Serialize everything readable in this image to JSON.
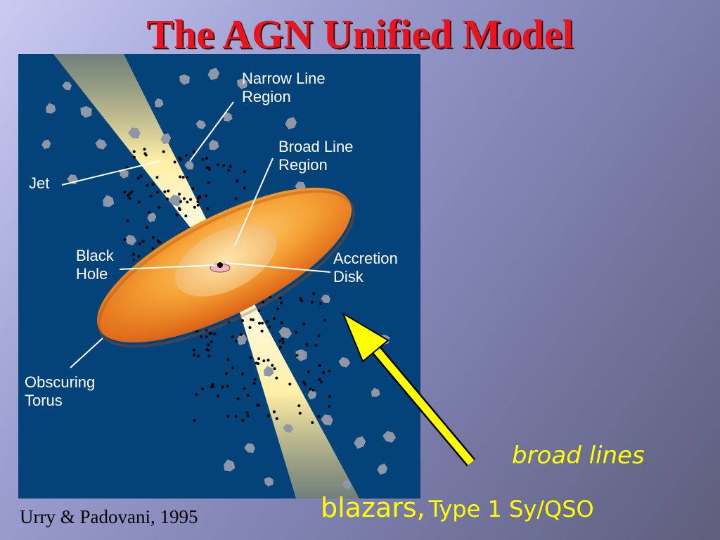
{
  "slide": {
    "title": "The AGN Unified Model",
    "citation": "Urry & Padovani, 1995",
    "caption_broad": "broad lines",
    "caption_blazars": "blazars,",
    "caption_types": "Type 1 Sy/QSO"
  },
  "diagram": {
    "labels": {
      "narrow_line_region": "Narrow Line\nRegion",
      "broad_line_region": "Broad Line\nRegion",
      "jet": "Jet",
      "black_hole": "Black\nHole",
      "accretion_disk": "Accretion\nDisk",
      "obscuring_torus": "Obscuring\nTorus"
    }
  },
  "colors": {
    "title": "#e8141e",
    "panel_background": "#04437a",
    "torus": "#f08a1c",
    "jet": "#fff6c0",
    "cloud": "#8f96a6",
    "arrow": "#ffff00",
    "caption": "#ffff00"
  }
}
